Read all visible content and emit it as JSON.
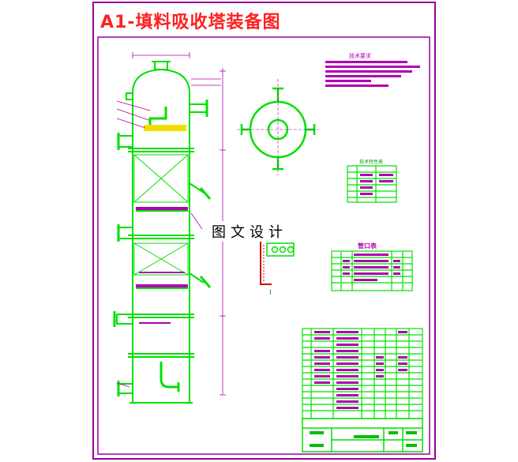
{
  "drawing": {
    "title": "A1-填料吸收塔装备图",
    "watermark": "图文设计",
    "tech_requirements_heading": "技术要求",
    "characteristics_table_heading": "技术特性表",
    "nozzle_table_heading": "管口表",
    "detail_label": "I"
  },
  "colors": {
    "frame": "#9b009b",
    "equipment": "#00e000",
    "text_magenta": "#b000b0",
    "annotation_yellow": "#f0e000",
    "title_red": "#ff2020",
    "detail_red": "#cc0000"
  }
}
